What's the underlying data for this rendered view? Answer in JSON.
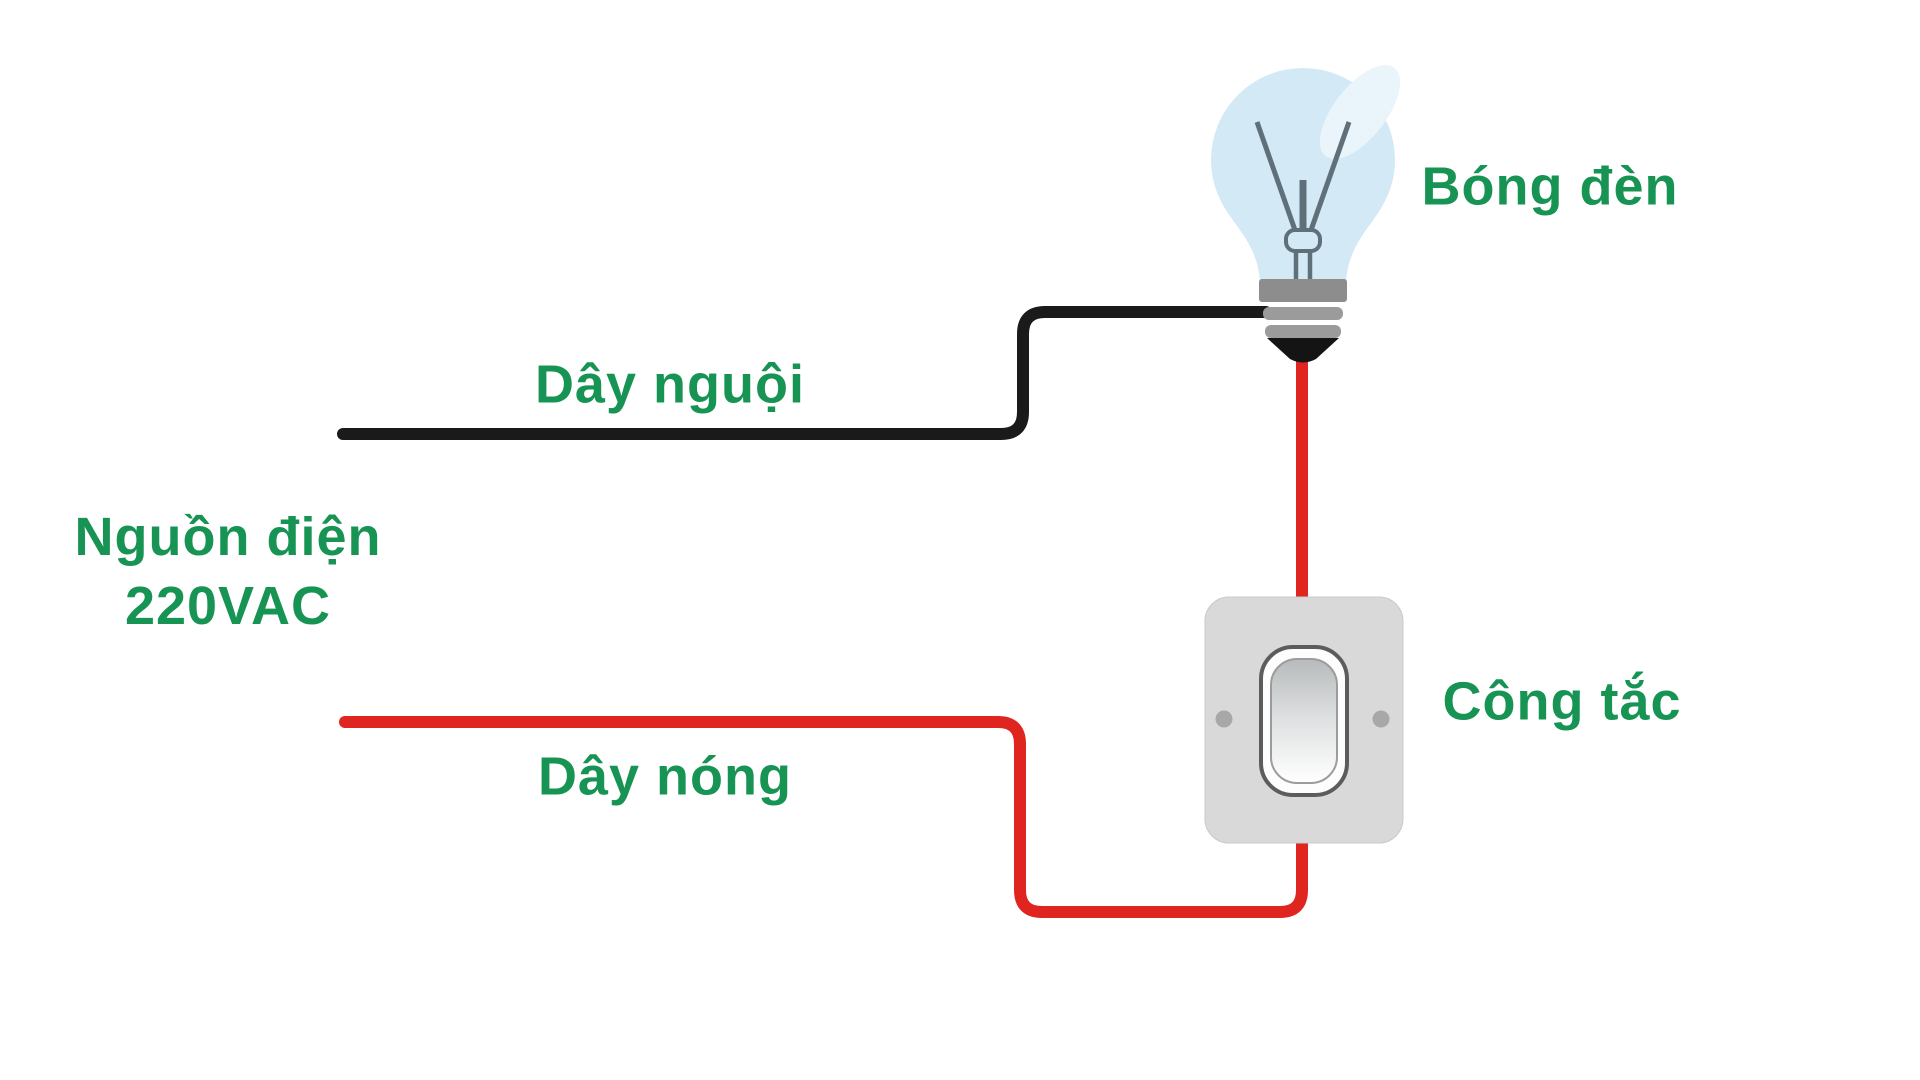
{
  "diagram": {
    "type": "electrical-wiring-diagram",
    "labels": {
      "bulb": "Bóng đèn",
      "neutral_wire": "Dây nguội",
      "hot_wire": "Dây nóng",
      "source_line1": "Nguồn điện",
      "source_line2": "220VAC",
      "switch": "Công tắc"
    },
    "colors": {
      "label_green": "#179454",
      "hot_wire_red": "#e02521",
      "neutral_wire_black": "#1a1a1a",
      "bulb_glass_blue": "#d3e9f6",
      "bulb_highlight_blue": "#eaf5fb",
      "bulb_cap_gray": "#8d8d8d",
      "switch_plate_gray": "#d9d9d9",
      "background": "#ffffff"
    },
    "components": {
      "bulb_icon": "light-bulb",
      "switch_icon": "rocker-switch",
      "source": "220VAC mains supply"
    }
  }
}
